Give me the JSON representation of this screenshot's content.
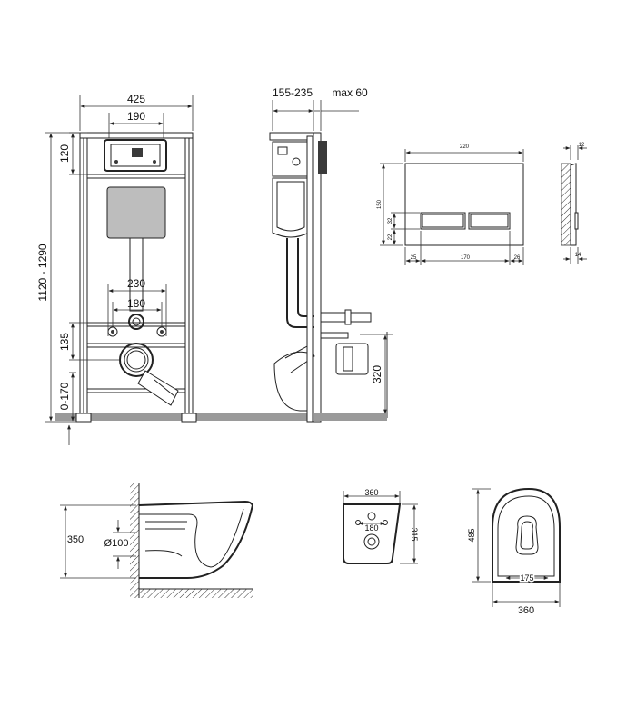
{
  "frame_front": {
    "width": "425",
    "plate_width": "190",
    "top_offset": "120",
    "height_range": "1120 - 1290",
    "bolt_spacing_outer": "230",
    "bolt_spacing_inner": "180",
    "outlet_height": "135",
    "leg_adjust": "0-170"
  },
  "frame_side": {
    "depth_range": "155-235",
    "wall_max": "max 60",
    "outlet_height": "320"
  },
  "flush_plate": {
    "width": "220",
    "height": "150",
    "button_height": "32",
    "bottom_offset": "22",
    "left_margin": "25",
    "button_width": "170",
    "right_margin": "26",
    "depth_top": "12",
    "depth_bottom": "14"
  },
  "bowl_side": {
    "height": "350",
    "pipe_diameter": "Ø100"
  },
  "bowl_back": {
    "width": "360",
    "bolt_spacing": "180",
    "height": "315"
  },
  "bowl_top": {
    "length": "485",
    "bolt_spacing": "175",
    "width": "360"
  }
}
